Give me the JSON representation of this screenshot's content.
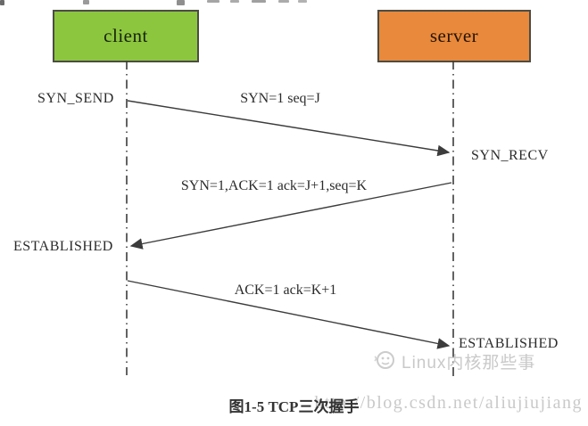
{
  "diagram": {
    "caption": "图1-5 TCP三次握手",
    "actors": [
      {
        "id": "client",
        "label": "client",
        "fill": "#8cc63f"
      },
      {
        "id": "server",
        "label": "server",
        "fill": "#e8893c"
      }
    ],
    "states": [
      {
        "label": "SYN_SEND",
        "side": "client"
      },
      {
        "label": "SYN_RECV",
        "side": "server"
      },
      {
        "label": "ESTABLISHED",
        "side": "client"
      },
      {
        "label": "ESTABLISHED",
        "side": "server"
      }
    ],
    "messages": [
      {
        "label": "SYN=1 seq=J",
        "from": "client",
        "to": "server"
      },
      {
        "label": "SYN=1,ACK=1 ack=J+1,seq=K",
        "from": "server",
        "to": "client"
      },
      {
        "label": "ACK=1 ack=K+1",
        "from": "client",
        "to": "server"
      }
    ],
    "watermarks": {
      "brand": "Linux内核那些事",
      "url": "http://blog.csdn.net/aliujiujiang"
    },
    "colors": {
      "client_fill": "#8cc63f",
      "server_fill": "#e8893c",
      "line": "#3c3c3c",
      "watermark": "#c9c9c9"
    }
  }
}
